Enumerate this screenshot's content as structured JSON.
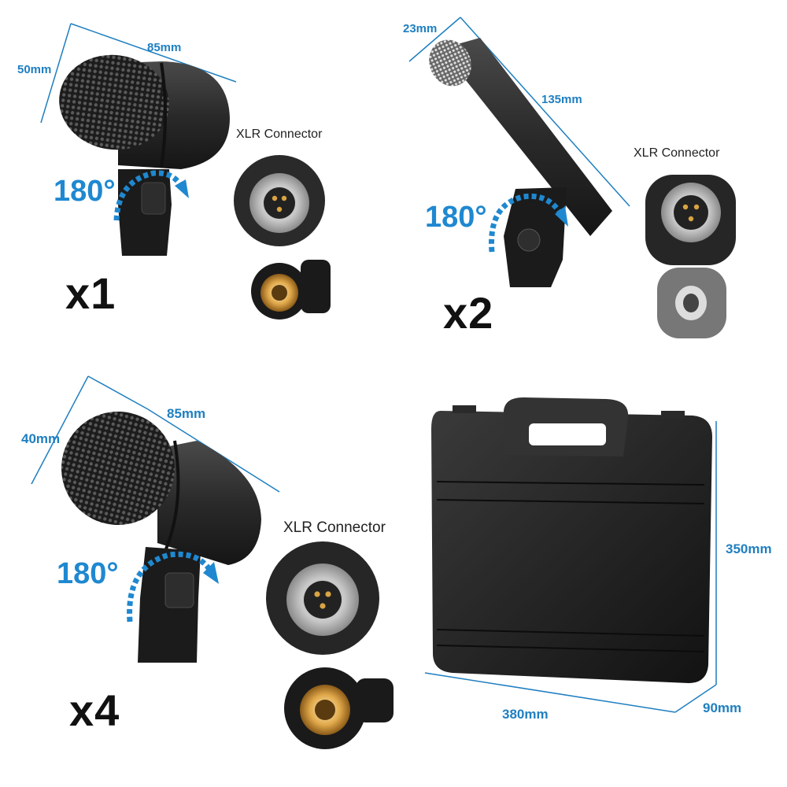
{
  "panels": {
    "kick_mic": {
      "dims": {
        "length": "85mm",
        "diameter": "50mm"
      },
      "rotation": "180°",
      "quantity": "x1",
      "connector_label": "XLR Connector"
    },
    "overhead_mic": {
      "dims": {
        "diameter": "23mm",
        "length": "135mm"
      },
      "rotation": "180°",
      "quantity": "x2",
      "connector_label": "XLR Connector"
    },
    "tom_mic": {
      "dims": {
        "diameter": "40mm",
        "length": "85mm"
      },
      "rotation": "180°",
      "quantity": "x4",
      "connector_label": "XLR Connector"
    },
    "carry_case": {
      "dims": {
        "height": "350mm",
        "width": "380mm",
        "depth": "90mm"
      }
    }
  },
  "colors": {
    "dimension_blue": "#1f7fc0",
    "arrow_blue": "#1f88d0",
    "mic_body": "#2b2b2b",
    "gold_pin": "#d9a442"
  },
  "icons": [
    "rotation-arrow-icon",
    "xlr-pin-icon"
  ]
}
